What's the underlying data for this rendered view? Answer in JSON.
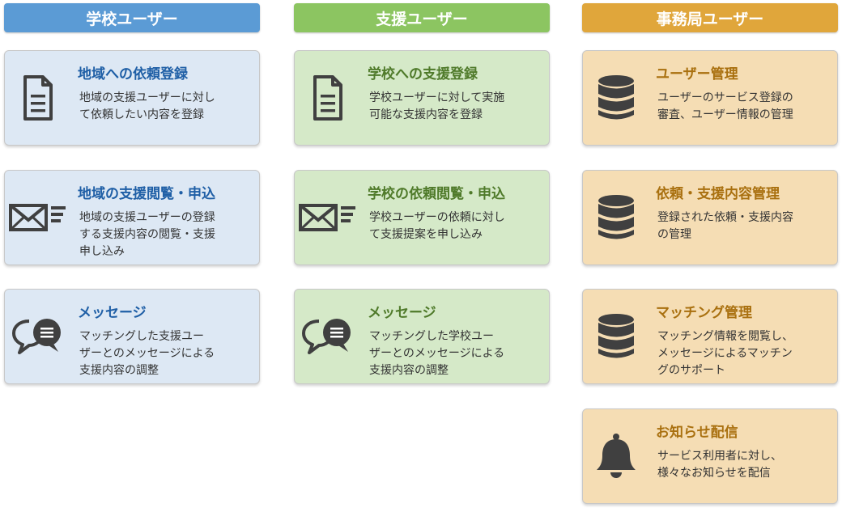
{
  "columns": [
    {
      "header": "学校ユーザー",
      "cards": [
        {
          "title": "地域への依頼登録",
          "desc": "地域の支援ユーザーに対し\nて依頼したい内容を登録",
          "icon": "document-icon"
        },
        {
          "title": "地域の支援閲覧・申込",
          "desc": "地域の支援ユーザーの登録\nする支援内容の閲覧・支援\n申し込み",
          "icon": "envelope-icon"
        },
        {
          "title": "メッセージ",
          "desc": "マッチングした支援ユー\nザーとのメッセージによる\n支援内容の調整",
          "icon": "chat-icon"
        }
      ]
    },
    {
      "header": "支援ユーザー",
      "cards": [
        {
          "title": "学校への支援登録",
          "desc": "学校ユーザーに対して実施\n可能な支援内容を登録",
          "icon": "document-icon"
        },
        {
          "title": "学校の依頼閲覧・申込",
          "desc": "学校ユーザーの依頼に対し\nて支援提案を申し込み",
          "icon": "envelope-icon"
        },
        {
          "title": "メッセージ",
          "desc": "マッチングした学校ユー\nザーとのメッセージによる\n支援内容の調整",
          "icon": "chat-icon"
        }
      ]
    },
    {
      "header": "事務局ユーザー",
      "cards": [
        {
          "title": "ユーザー管理",
          "desc": "ユーザーのサービス登録の\n審査、ユーザー情報の管理",
          "icon": "database-icon"
        },
        {
          "title": "依頼・支援内容管理",
          "desc": "登録された依頼・支援内容\nの管理",
          "icon": "database-icon"
        },
        {
          "title": "マッチング管理",
          "desc": "マッチング情報を閲覧し、\nメッセージによるマッチン\nグのサポート",
          "icon": "database-icon"
        },
        {
          "title": "お知らせ配信",
          "desc": "サービス利用者に対し、\n様々なお知らせを配信",
          "icon": "bell-icon"
        }
      ]
    }
  ],
  "colors": {
    "school_header": "#5b9bd5",
    "support_header": "#8cc561",
    "office_header": "#e0a63b",
    "icon": "#404040"
  }
}
